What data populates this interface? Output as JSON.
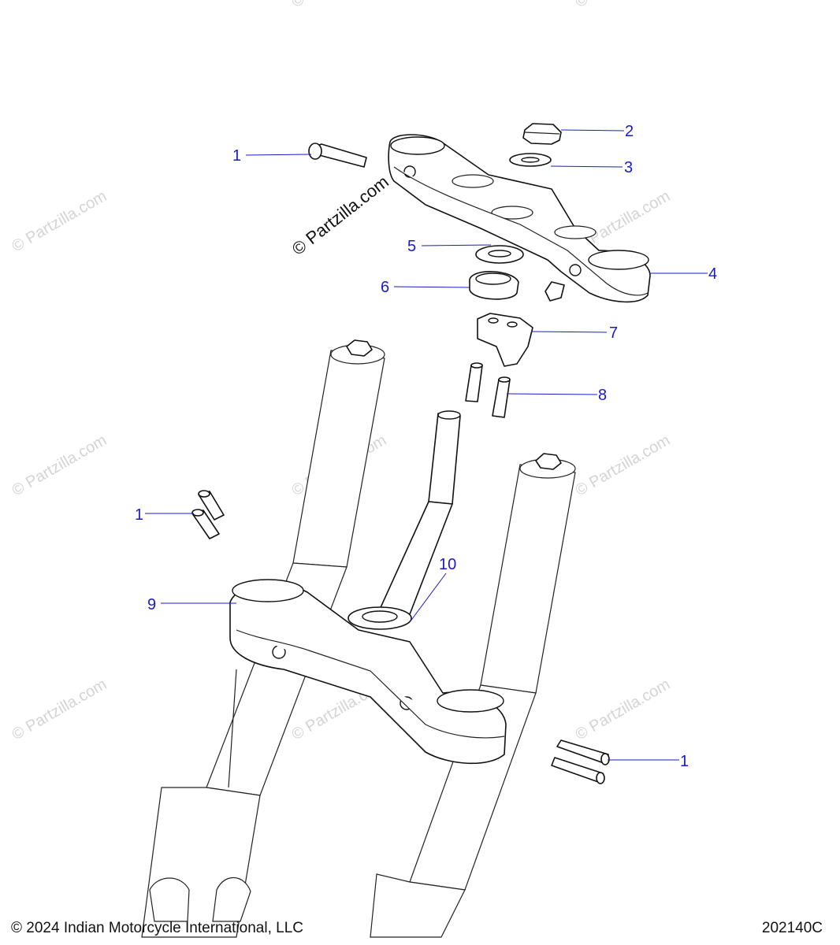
{
  "footer": {
    "copyright": "© 2024 Indian Motorcycle International, LLC",
    "diagram_code": "202140C"
  },
  "brand_mark": "© Partzilla.com",
  "watermark": "© Partzilla.com",
  "callouts": [
    {
      "id": "c1a",
      "label": "1"
    },
    {
      "id": "c2",
      "label": "2"
    },
    {
      "id": "c3",
      "label": "3"
    },
    {
      "id": "c4",
      "label": "4"
    },
    {
      "id": "c5",
      "label": "5"
    },
    {
      "id": "c6",
      "label": "6"
    },
    {
      "id": "c7",
      "label": "7"
    },
    {
      "id": "c8",
      "label": "8"
    },
    {
      "id": "c1b",
      "label": "1"
    },
    {
      "id": "c10",
      "label": "10"
    },
    {
      "id": "c9",
      "label": "9"
    },
    {
      "id": "c1c",
      "label": "1"
    }
  ],
  "colors": {
    "callout": "#1a1acc",
    "line": "#111111",
    "watermark": "#d4d4d4"
  }
}
